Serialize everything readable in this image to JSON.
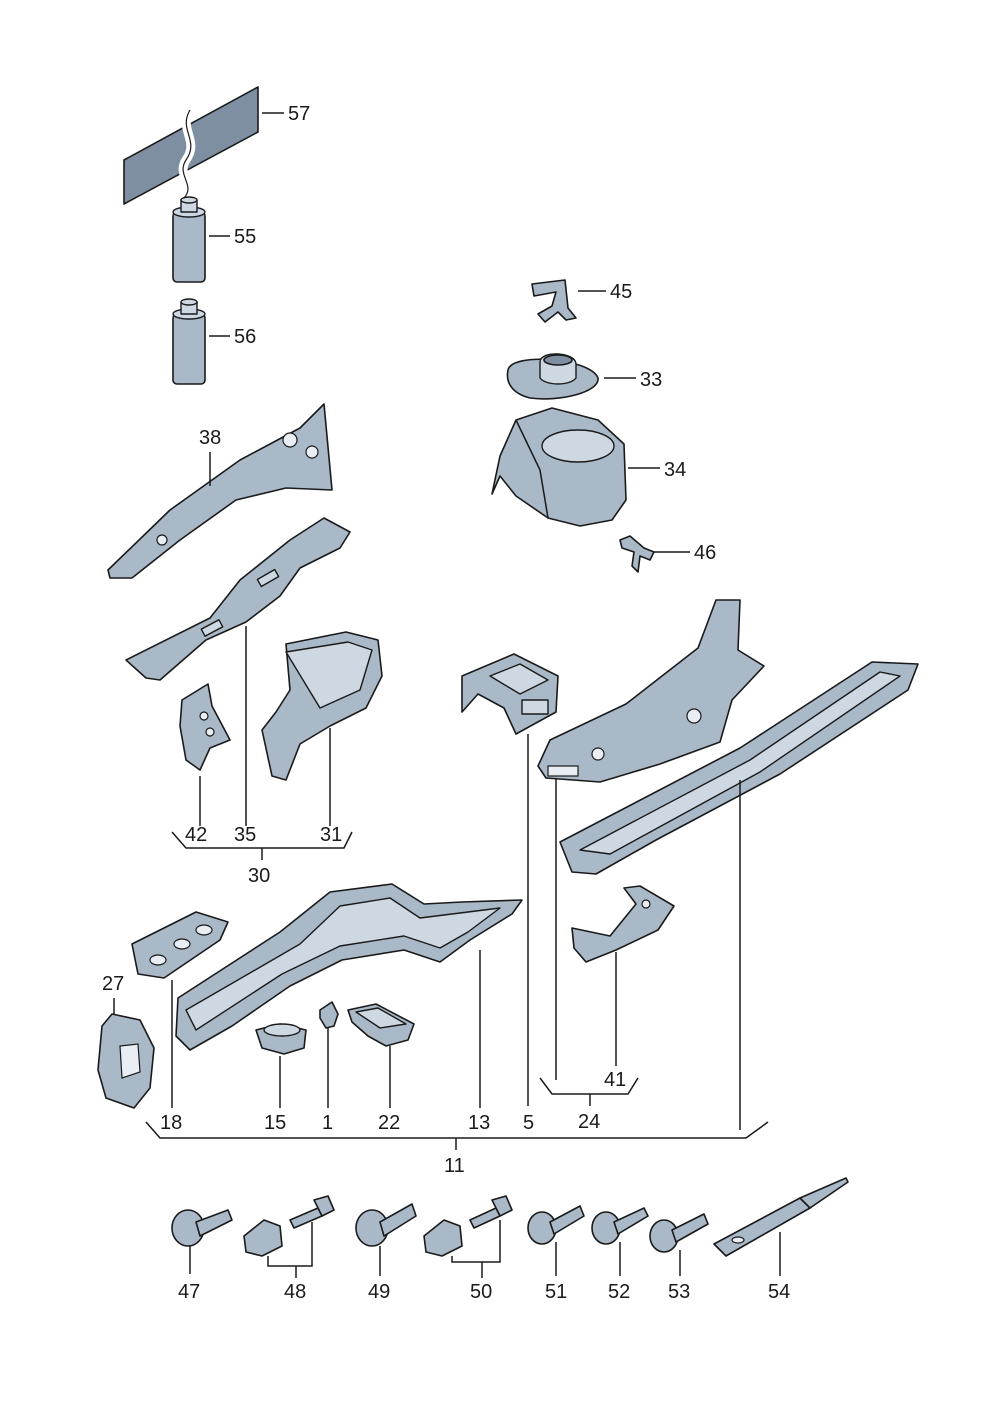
{
  "callouts": {
    "c57": "57",
    "c55": "55",
    "c56": "56",
    "c45": "45",
    "c33": "33",
    "c34": "34",
    "c38": "38",
    "c46": "46",
    "c42": "42",
    "c35": "35",
    "c31": "31",
    "c30": "30",
    "c27": "27",
    "c18": "18",
    "c15": "15",
    "c1": "1",
    "c22": "22",
    "c13": "13",
    "c5": "5",
    "c24": "24",
    "c41": "41",
    "c11": "11",
    "c47": "47",
    "c48": "48",
    "c49": "49",
    "c50": "50",
    "c51": "51",
    "c52": "52",
    "c53": "53",
    "c54": "54"
  },
  "colors": {
    "part_fill": "#a9b9c8",
    "part_shadow": "#7d8fa1",
    "line": "#1a1a1a"
  }
}
